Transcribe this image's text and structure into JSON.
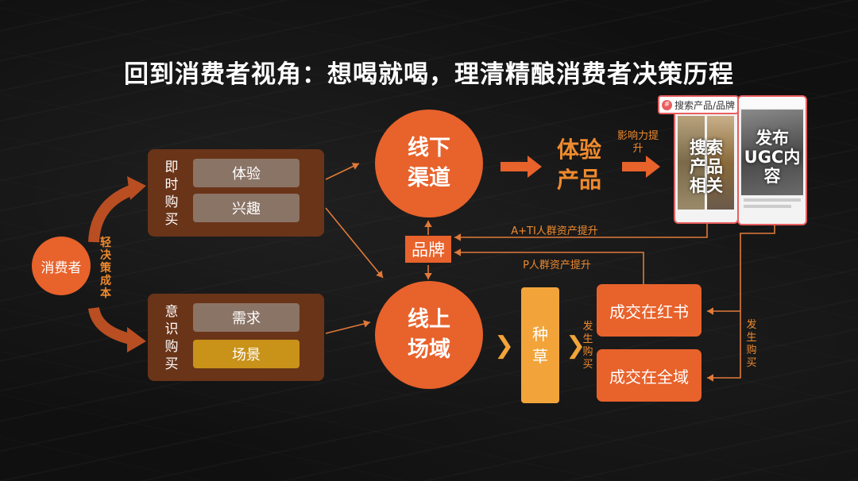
{
  "title": "回到消费者视角：想喝就喝，理清精酿消费者决策历程",
  "consumer": {
    "label": "消费者",
    "side_note": "轻决策成本"
  },
  "instant_group": {
    "label": "即时购买",
    "items": [
      "体验",
      "兴趣"
    ]
  },
  "aware_group": {
    "label": "意识购买",
    "items": [
      "需求",
      "场景"
    ]
  },
  "offline_channel": "线下渠道",
  "online_field": "线上场域",
  "experience_product": "体验产品",
  "influence_label": "影响力提升",
  "search_tag": "搜索产品/品牌",
  "search_overlay": "搜索产品相关",
  "ugc_overlay": "发布UGC内容",
  "brand": "品牌",
  "a_ti_label": "A+TI人群资产提升",
  "p_label": "P人群资产提升",
  "seed": "种草",
  "purchase_label_1": "发生购买",
  "purchase_label_2": "发生购买",
  "deal_xhs": "成交在红书",
  "deal_all": "成交在全域",
  "colors": {
    "orange": "#e8622b",
    "panel": "#6a3418",
    "gold": "#c99219",
    "seed": "#f2a43a",
    "accent_text": "#ef8a2e",
    "line": "#e07a3a"
  }
}
